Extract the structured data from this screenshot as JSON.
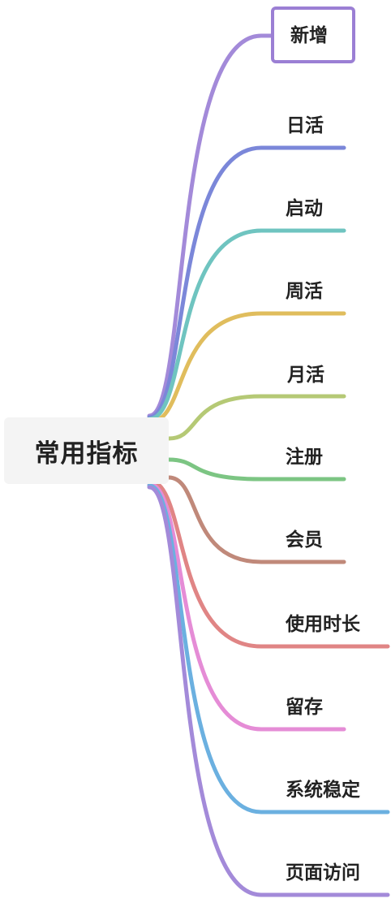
{
  "root": {
    "label": "常用指标",
    "color": "#f4f4f4"
  },
  "branches": [
    {
      "id": "xinzeng",
      "label": "新增",
      "color": "#a38ad9",
      "selected": true
    },
    {
      "id": "rihuo",
      "label": "日活",
      "color": "#7b87d9"
    },
    {
      "id": "qidong",
      "label": "启动",
      "color": "#6fc4c0"
    },
    {
      "id": "zhouhuo",
      "label": "周活",
      "color": "#e0bd5d"
    },
    {
      "id": "yuehuo",
      "label": "月活",
      "color": "#b5c975"
    },
    {
      "id": "zhuce",
      "label": "注册",
      "color": "#7cc583"
    },
    {
      "id": "huiyuan",
      "label": "会员",
      "color": "#c0897a"
    },
    {
      "id": "shiyongshichang",
      "label": "使用时长",
      "color": "#e08585"
    },
    {
      "id": "liucun",
      "label": "留存",
      "color": "#e58cd6"
    },
    {
      "id": "xitongwending",
      "label": "系统稳定",
      "color": "#6bb0e0"
    },
    {
      "id": "yemianfangwen",
      "label": "页面访问",
      "color": "#a38ad9"
    }
  ]
}
